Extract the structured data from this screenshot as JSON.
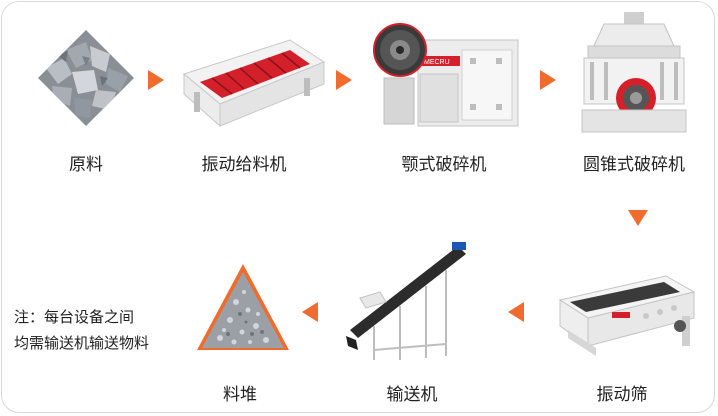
{
  "steps": {
    "raw": {
      "label": "原料"
    },
    "feeder": {
      "label": "振动给料机"
    },
    "jaw": {
      "label": "颚式破碎机",
      "brand": "MECRU"
    },
    "cone": {
      "label": "圆锥式破碎机"
    },
    "screen": {
      "label": "振动筛"
    },
    "conveyor": {
      "label": "输送机"
    },
    "stockpile": {
      "label": "料堆"
    }
  },
  "note": {
    "line1": "注：每台设备之间",
    "line2": "均需输送机输送物料"
  },
  "colors": {
    "arrow": "#f06c2e",
    "accent_red": "#d3202a",
    "machine_grey": "#e6e6e6",
    "text": "#222222"
  }
}
